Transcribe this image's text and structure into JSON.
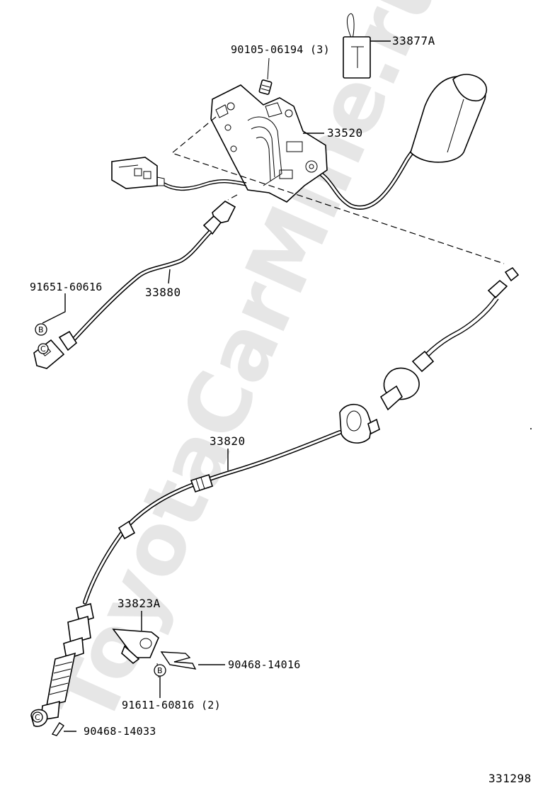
{
  "watermark": "ToyotaCarMine.ru",
  "diagram_code": "331298",
  "callouts": {
    "p33877a": "33877A",
    "p90105": "90105-06194 (3)",
    "p33520": "33520",
    "p91651": "91651-60616",
    "p33880": "33880",
    "p33820": "33820",
    "p33823a": "33823A",
    "p90468_14016": "90468-14016",
    "p91611": "91611-60816 (2)",
    "p90468_14033": "90468-14033"
  },
  "markers": {
    "b_upper": "B",
    "b_lower": "B",
    "c_upper": "C",
    "c_lower": "C"
  }
}
